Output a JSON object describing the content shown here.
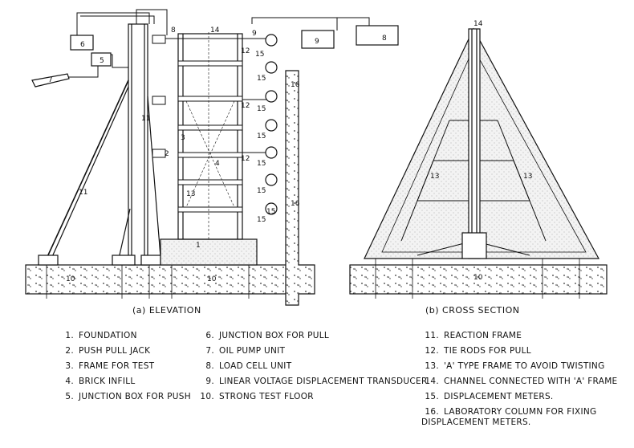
{
  "captions": {
    "elevation": "(a) ELEVATION",
    "cross_section": "(b) CROSS SECTION"
  },
  "callouts": {
    "elevation": [
      "6",
      "5",
      "7",
      "8",
      "14",
      "9",
      "15",
      "15",
      "12",
      "16",
      "15",
      "12",
      "11",
      "15",
      "2",
      "3",
      "15",
      "12",
      "4",
      "15",
      "13",
      "15",
      "16",
      "11",
      "15",
      "1",
      "10",
      "10"
    ],
    "section": [
      "14",
      "13",
      "13",
      "10"
    ],
    "box_9": "9",
    "box_8": "8"
  },
  "legend": {
    "col1": [
      {
        "n": "1.",
        "t": "FOUNDATION"
      },
      {
        "n": "2.",
        "t": "PUSH PULL JACK"
      },
      {
        "n": "3.",
        "t": "FRAME FOR TEST"
      },
      {
        "n": "4.",
        "t": "BRICK INFILL"
      },
      {
        "n": "5.",
        "t": "JUNCTION BOX FOR PUSH"
      }
    ],
    "col2": [
      {
        "n": "6.",
        "t": "JUNCTION BOX FOR PULL"
      },
      {
        "n": "7.",
        "t": "OIL PUMP UNIT"
      },
      {
        "n": "8.",
        "t": "LOAD CELL UNIT"
      },
      {
        "n": "9.",
        "t": "LINEAR VOLTAGE DISPLACEMENT TRANSDUCER"
      },
      {
        "n": "10.",
        "t": "STRONG TEST FLOOR"
      }
    ],
    "col3": [
      {
        "n": "11.",
        "t": "REACTION FRAME"
      },
      {
        "n": "12.",
        "t": "TIE RODS FOR PULL"
      },
      {
        "n": "13.",
        "t": "'A' TYPE FRAME TO AVOID TWISTING"
      },
      {
        "n": "14.",
        "t": "CHANNEL CONNECTED WITH 'A' FRAME"
      },
      {
        "n": "15.",
        "t": "DISPLACEMENT METERS."
      },
      {
        "n": "16.",
        "t": "LABORATORY COLUMN FOR FIXING DISPLACEMENT METERS."
      }
    ]
  }
}
